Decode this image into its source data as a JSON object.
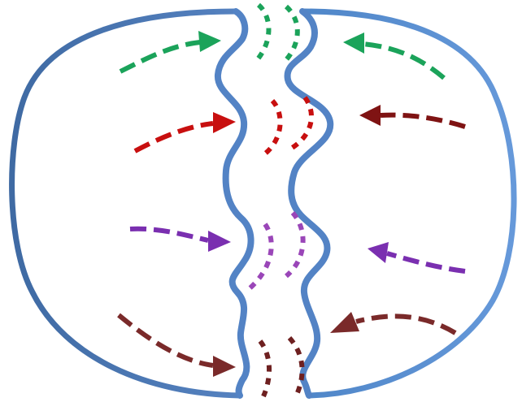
{
  "colors": {
    "outline_left": "#4a76ad",
    "outline_right": "#5b8fd0",
    "fissure": "#5383c5",
    "green": "#1ba35a",
    "red": "#c80f0f",
    "purple": "#8b3fb5",
    "maroon": "#7a2a2a",
    "background": "#ffffff"
  },
  "flows": [
    {
      "name": "green-flow-left",
      "color_key": "green",
      "direction": "toward-fissure"
    },
    {
      "name": "green-flow-right",
      "color_key": "green",
      "direction": "toward-fissure"
    },
    {
      "name": "red-flow-left",
      "color_key": "red",
      "direction": "toward-fissure"
    },
    {
      "name": "red-flow-right",
      "color_key": "red",
      "direction": "toward-fissure"
    },
    {
      "name": "purple-flow-left",
      "color_key": "purple",
      "direction": "toward-fissure"
    },
    {
      "name": "purple-flow-right",
      "color_key": "purple",
      "direction": "toward-fissure"
    },
    {
      "name": "maroon-flow-left",
      "color_key": "maroon",
      "direction": "toward-fissure"
    },
    {
      "name": "maroon-flow-right",
      "color_key": "maroon",
      "direction": "toward-fissure"
    }
  ]
}
